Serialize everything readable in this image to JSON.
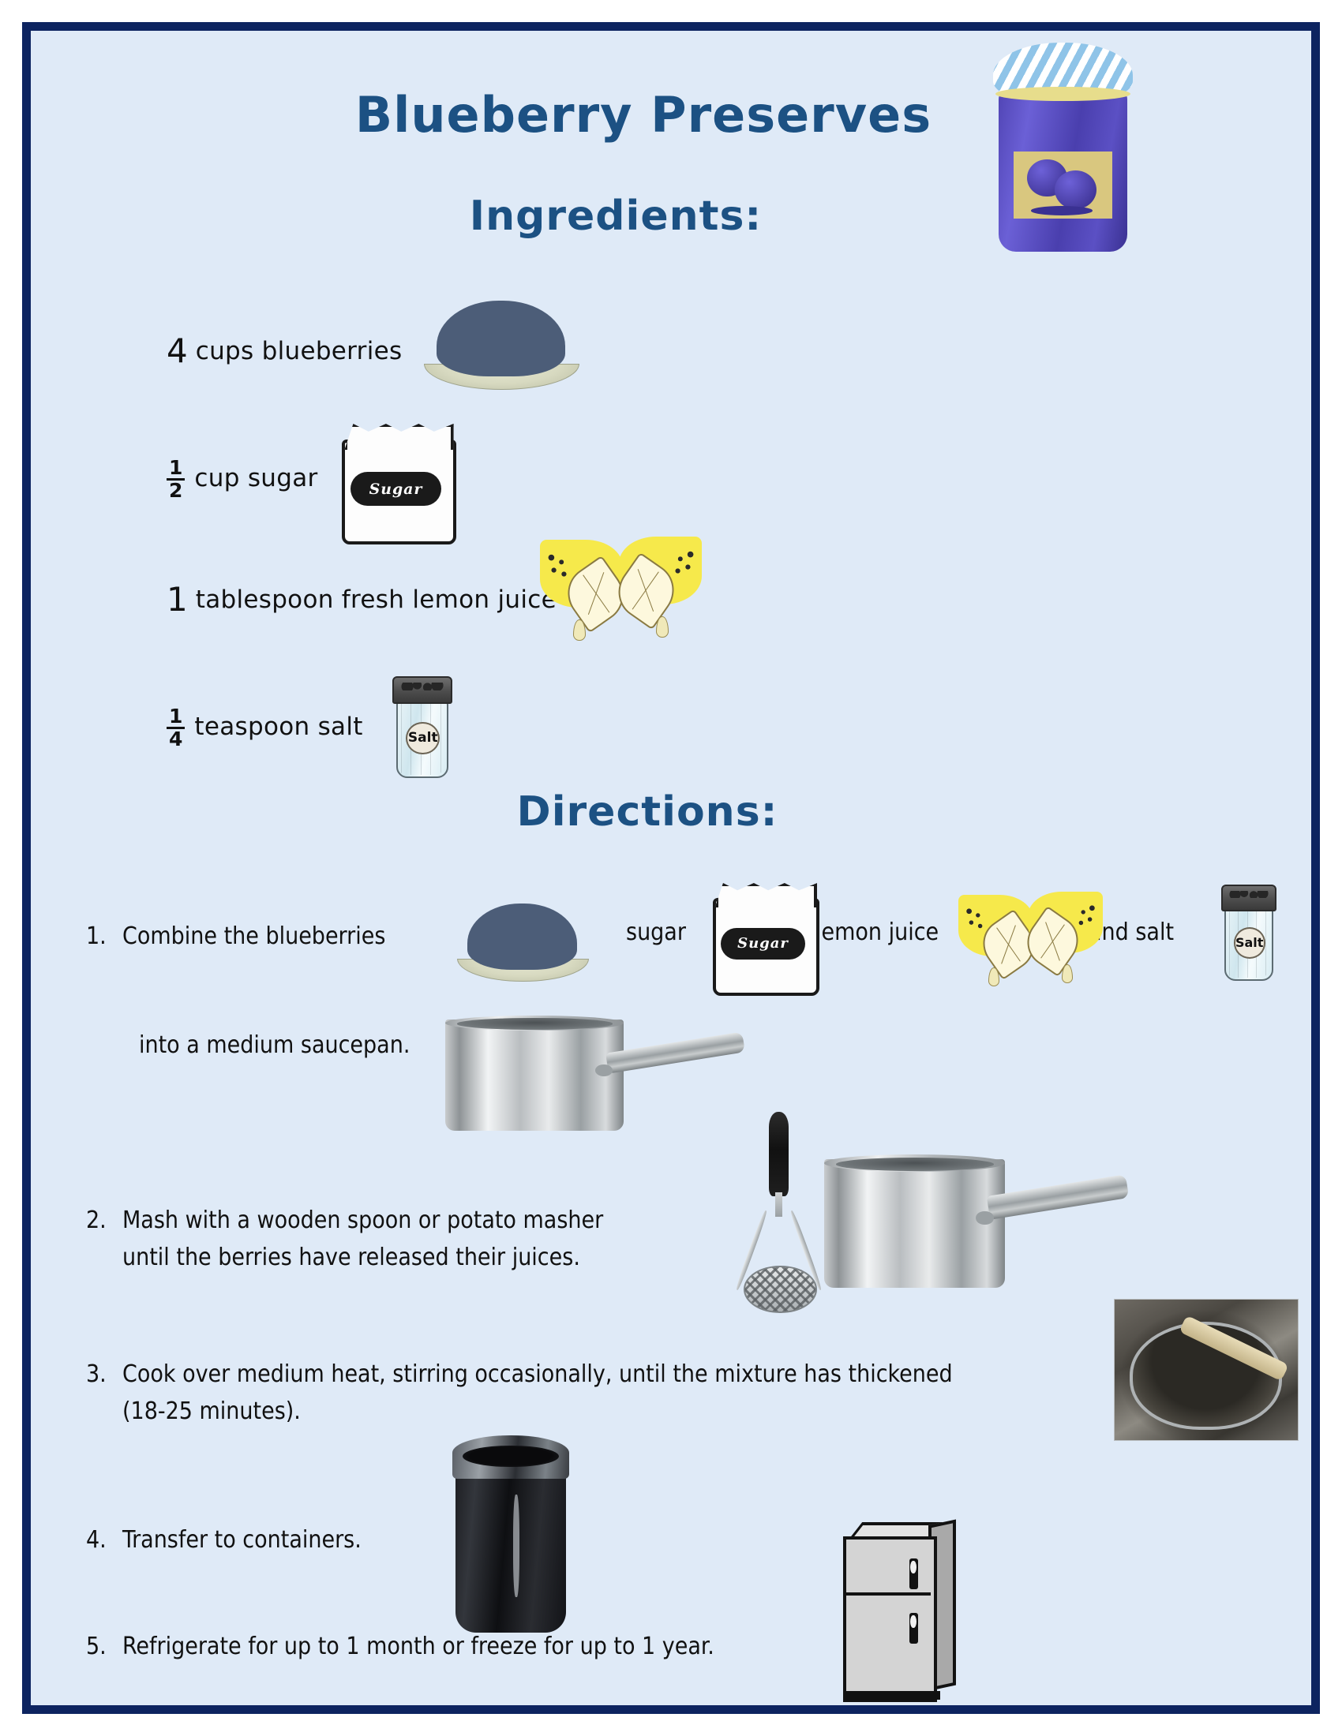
{
  "page": {
    "title": "Blueberry Preserves",
    "background_color": "#dfeaf7",
    "border_color": "#0d2460",
    "heading_color": "#1c5183",
    "body_text_color": "#111111"
  },
  "ingredients": {
    "heading": "Ingredients:",
    "items": [
      {
        "amount": "4",
        "amount_type": "whole",
        "text": "cups blueberries",
        "image": "blueberry-bowl-image"
      },
      {
        "amount": "1/2",
        "amount_type": "fraction",
        "numerator": "1",
        "denominator": "2",
        "text": "cup sugar",
        "image": "sugar-bag-image"
      },
      {
        "amount": "1",
        "amount_type": "whole",
        "text": "tablespoon fresh lemon juice",
        "image": "lemon-halves-image"
      },
      {
        "amount": "1/4",
        "amount_type": "fraction",
        "numerator": "1",
        "denominator": "4",
        "text": "teaspoon salt",
        "image": "salt-shaker-image"
      }
    ]
  },
  "directions": {
    "heading": "Directions:",
    "steps": [
      {
        "number": "1.",
        "text_segments": [
          "Combine the blueberries",
          "sugar",
          "lemon juice",
          "and salt"
        ],
        "continuation": "into a  medium saucepan.",
        "images": [
          "blueberry-bowl-image",
          "sugar-bag-image",
          "lemon-halves-image",
          "salt-shaker-image",
          "saucepan-image"
        ]
      },
      {
        "number": "2.",
        "line1": "Mash with a wooden spoon or potato masher",
        "line2": "until the berries have released their juices.",
        "images": [
          "potato-masher-image",
          "saucepan-image"
        ]
      },
      {
        "number": "3.",
        "line1": "Cook over medium heat, stirring occasionally, until the mixture has thickened",
        "line2": "(18-25 minutes).",
        "images": [
          "stove-pot-photo"
        ]
      },
      {
        "number": "4.",
        "line1": "Transfer to containers.",
        "images": [
          "jam-jar-photo"
        ]
      },
      {
        "number": "5.",
        "line1": "Refrigerate for up to 1 month or freeze for up to 1 year.",
        "images": [
          "refrigerator-image"
        ]
      }
    ]
  },
  "art_labels": {
    "sugar_bag_label": "Sugar",
    "salt_shaker_label": "Salt"
  }
}
